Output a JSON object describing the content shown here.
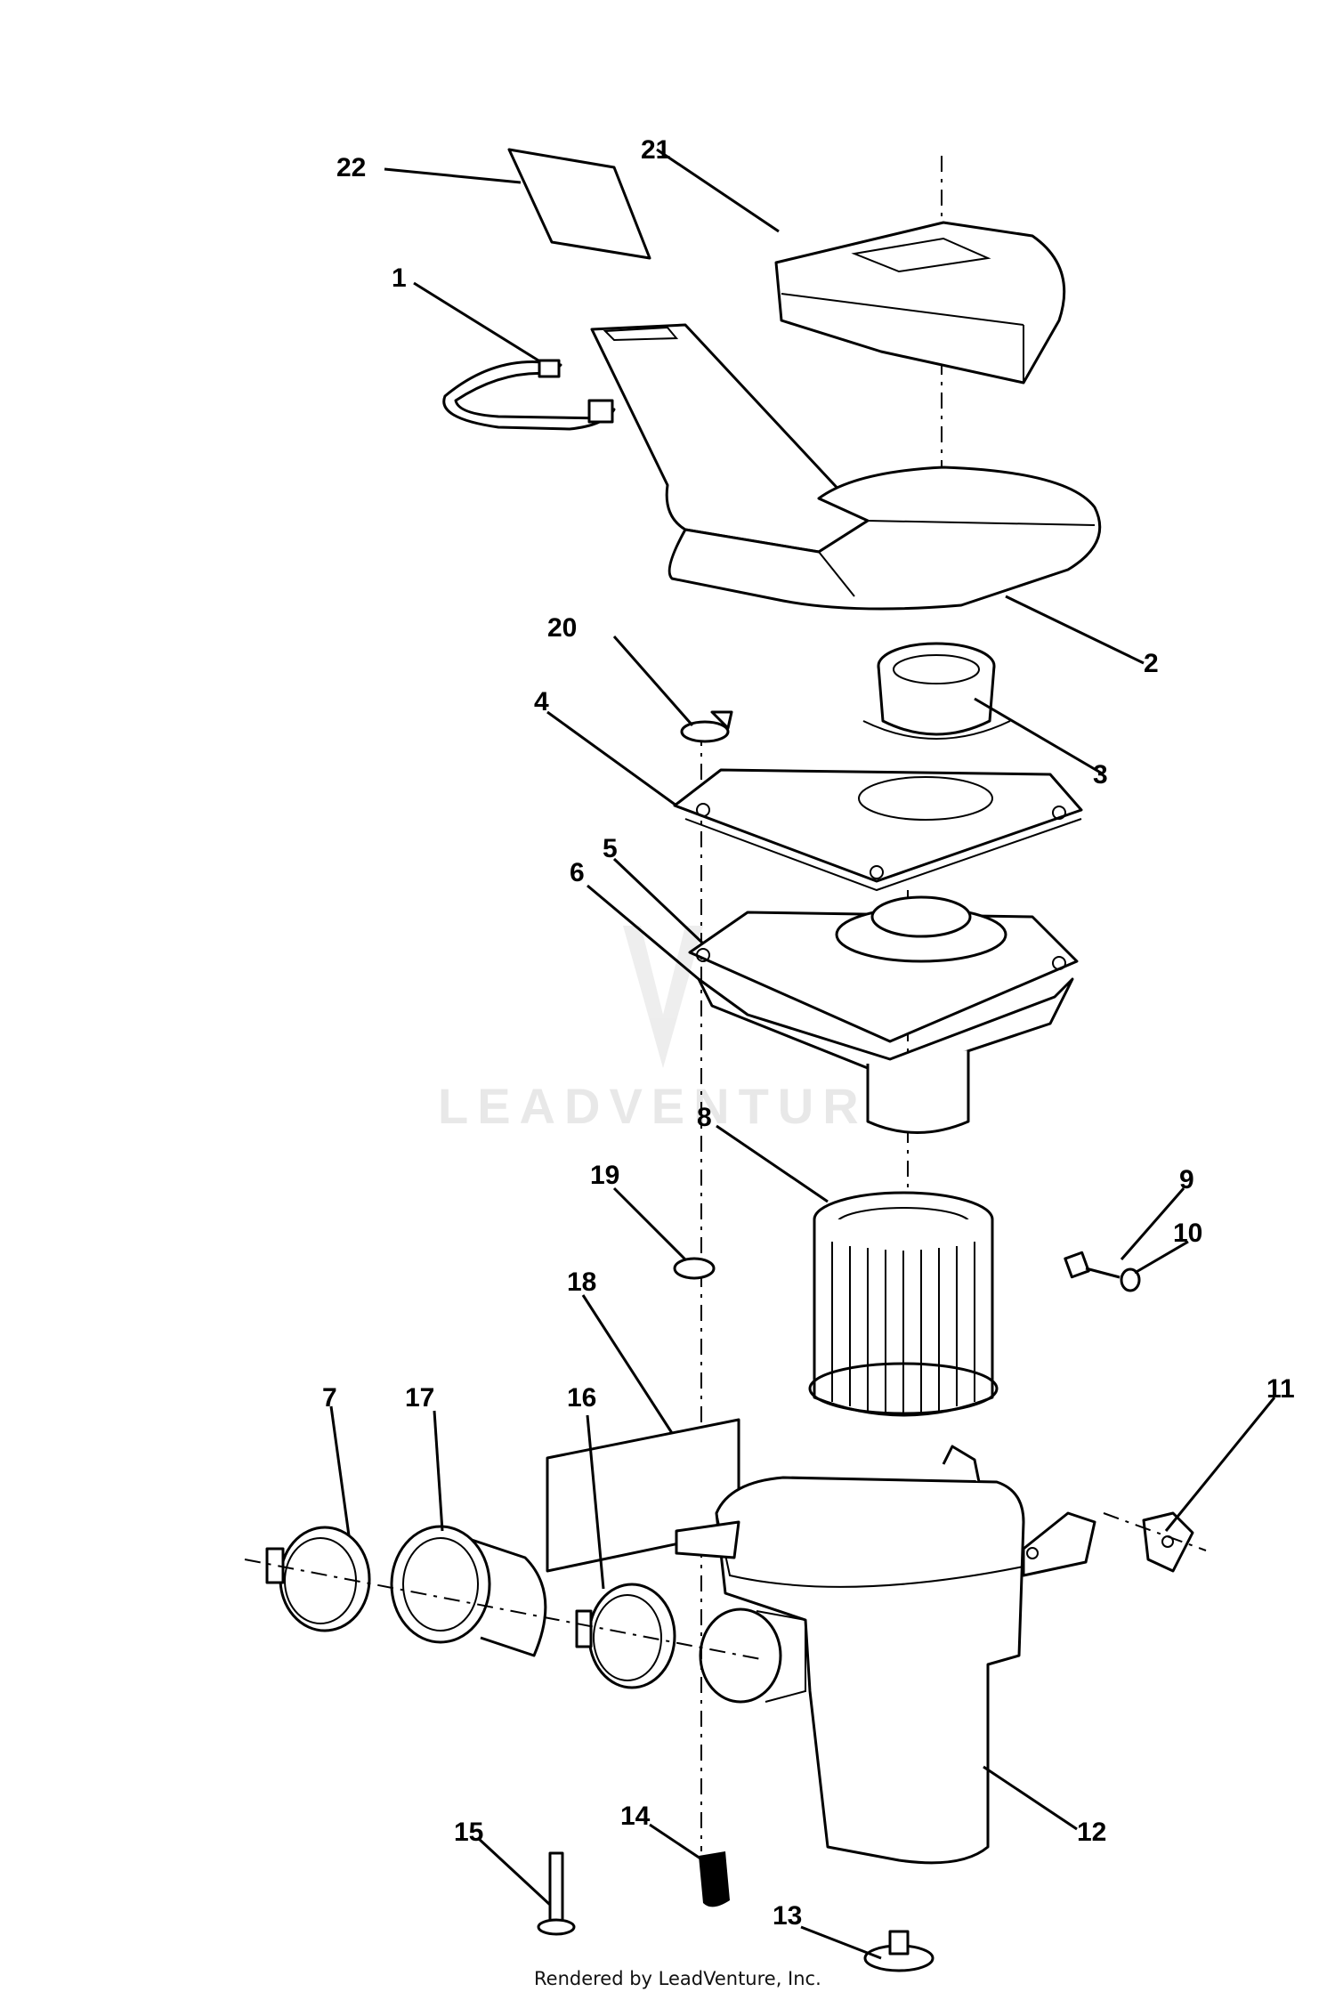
{
  "diagram": {
    "labels": {
      "l1": "1",
      "l2": "2",
      "l3": "3",
      "l4": "4",
      "l5": "5",
      "l6": "6",
      "l7": "7",
      "l8": "8",
      "l9": "9",
      "l10": "10",
      "l11": "11",
      "l12": "12",
      "l13": "13",
      "l14": "14",
      "l15": "15",
      "l16": "16",
      "l17": "17",
      "l18": "18",
      "l19": "19",
      "l20": "20",
      "l21": "21",
      "l22": "22"
    },
    "watermark": "LEADVENTURE",
    "footer": "Rendered by LeadVenture, Inc."
  }
}
